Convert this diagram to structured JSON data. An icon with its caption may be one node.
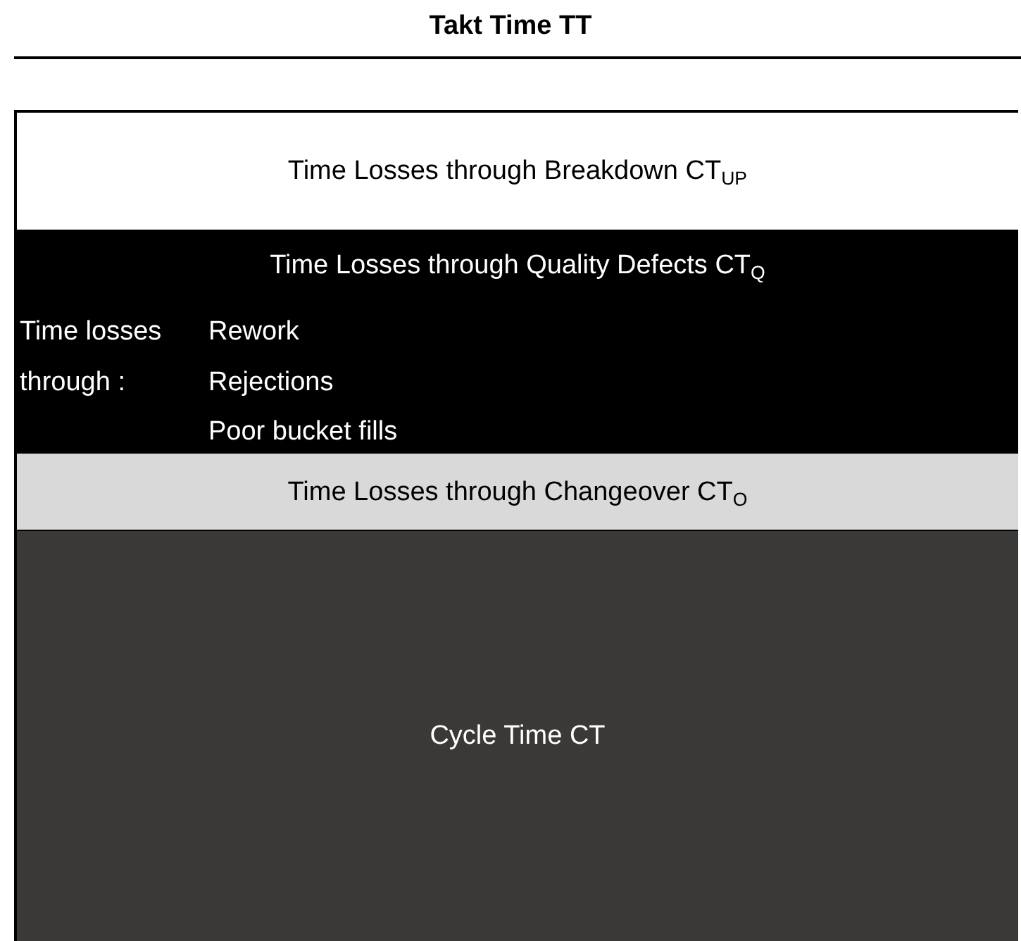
{
  "diagram": {
    "title": "Takt Time TT",
    "nodes": [
      {
        "text": [],
        "shape": "box"
      },
      {
        "text": [
          "Time Losses through Breakdown CT$_{UP}$"
        ],
        "in": 0
      },
      {
        "text": [
          "Time Losses through Quality Defects CT$_{Q}$",
          "Time losses through :",
          "Rework",
          "Rejections",
          "Poor bucket fills"
        ],
        "in": 0
      },
      {
        "text": [
          "Time Losses through Changeover CT$_{O}$"
        ],
        "in": 0
      },
      {
        "text": [
          "Cycle Time CT"
        ],
        "in": 0
      }
    ]
  }
}
